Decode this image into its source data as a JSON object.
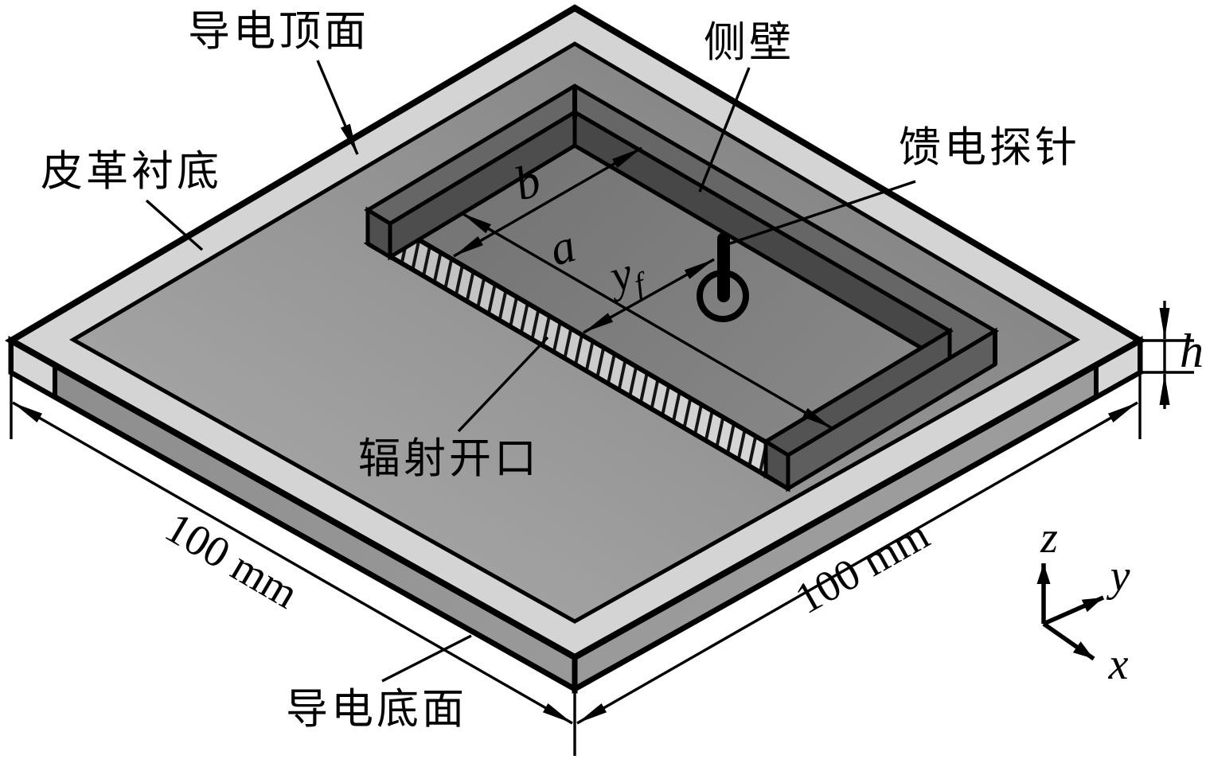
{
  "figure": {
    "background": "#ffffff",
    "callouts": {
      "top_conductor": "导电顶面",
      "leather_substrate": "皮革衬底",
      "side_wall": "侧壁",
      "feed_probe": "馈电探针",
      "radiation_aperture": "辐射开口",
      "bottom_conductor": "导电底面"
    },
    "dimensions": {
      "board_width_left": "100 mm",
      "board_width_right": "100 mm",
      "substrate_thickness": "h",
      "cavity_dim_a": "a",
      "cavity_dim_b": "b",
      "feed_offset_base": "y",
      "feed_offset_sub": "f"
    },
    "axes": {
      "x_label": "x",
      "y_label": "y",
      "z_label": "z"
    },
    "colors": {
      "substrate_light": "#d4d4d4",
      "conductor_top": "#949494",
      "cavity_floor": "#7a7a7a",
      "wall_top": "#666666",
      "wall_inner_nw": "#4d4d4d",
      "wall_inner_ne": "#474747",
      "wall_inner_se": "#535353",
      "wall_outer_se": "#5e5e5e",
      "wall_cap": "#4f4f4f",
      "aperture_fill": "#c9c9c9",
      "outline": "#000000"
    }
  }
}
